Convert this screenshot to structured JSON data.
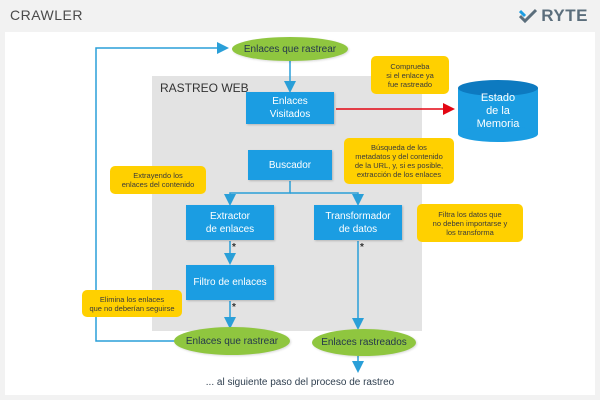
{
  "header": {
    "title": "CRAWLER",
    "logo": "RYTE",
    "logo_icon": "ryte-check-icon"
  },
  "region": {
    "label": "RASTREO WEB"
  },
  "nodes": {
    "start": "Enlaces que rastrear",
    "visited": "Enlaces\nVisitados",
    "database": "Estado\nde la\nMemoria",
    "finder": "Buscador",
    "extractor": "Extractor\nde enlaces",
    "transformer": "Transformador\nde datos",
    "filter": "Filtro de enlaces",
    "end_left": "Enlaces que rastrear",
    "end_right": "Enlaces rastreados"
  },
  "notes": {
    "visited_check": "Comprueba\nsi el enlace ya\nfue rastreado",
    "finder_desc": "Búsqueda de los\nmetadatos y del contenido\nde la URL, y, si es posible,\nextracción de los enlaces",
    "extractor_desc": "Extrayendo los\nenlaces del contenido",
    "transformer_desc": "Filtra los datos que\nno deben importarse y\nlos transforma",
    "filter_desc": "Elimina los enlaces\nque no deberían seguirse"
  },
  "markers": {
    "asterisk": "*"
  },
  "footer": "... al siguiente paso del proceso de rastreo",
  "colors": {
    "box": "#1b9de2",
    "ellipse": "#8fc63f",
    "note": "#ffd000",
    "arrow_blue": "#2a9fd8",
    "arrow_red": "#e30613",
    "db": "#1b9de2"
  }
}
